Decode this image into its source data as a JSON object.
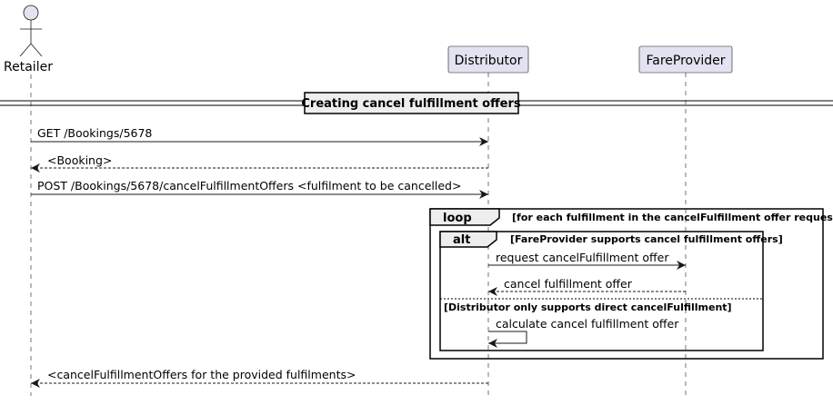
{
  "participants": {
    "retailer": "Retailer",
    "distributor": "Distributor",
    "fare_provider": "FareProvider"
  },
  "divider": "Creating cancel fulfillment offers",
  "messages": {
    "m1": "GET /Bookings/5678",
    "m2": "<Booking>",
    "m3": "POST /Bookings/5678/cancelFulfillmentOffers <fulfilment to be cancelled>",
    "m4": "request cancelFulfillment offer",
    "m5": "cancel fulfillment offer",
    "m6": "calculate cancel fulfillment offer",
    "m7": "<cancelFulfillmentOffers for the provided fulfilments>"
  },
  "frames": {
    "loop": {
      "label": "loop",
      "guard": "[for each fulfillment in the cancelFulfillment offer request]"
    },
    "alt": {
      "label": "alt",
      "guard": "[FareProvider supports cancel fulfillment offers]",
      "else_guard": "[Distributor only supports direct cancelFulfillment]"
    }
  },
  "colors": {
    "participant_fill": "#e2e2f0",
    "frame_tab_fill": "#eeeeee",
    "line": "#181818"
  }
}
